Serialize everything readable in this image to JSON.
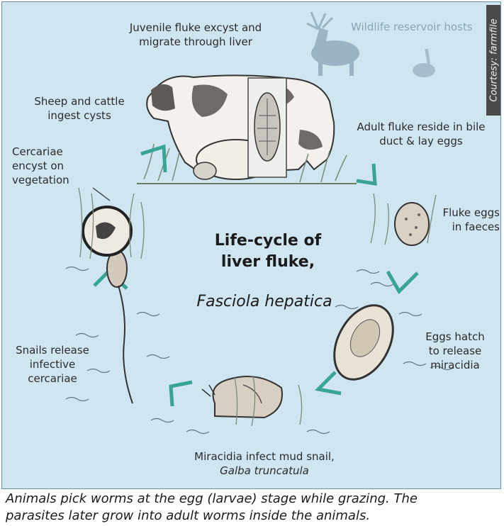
{
  "diagram": {
    "title_line1": "Life-cycle of",
    "title_line2": "liver fluke,",
    "subtitle": "Fasciola hepatica",
    "wildlife_label": "Wildlife reservoir hosts",
    "courtesy": "Courtesy: farmfile",
    "stages": {
      "juvenile": [
        "Juvenile fluke excyst and",
        "migrate through liver"
      ],
      "ingest": [
        "Sheep and cattle",
        "ingest cysts"
      ],
      "encyst": [
        "Cercariae",
        "encyst on",
        "vegetation"
      ],
      "adult": [
        "Adult fluke reside in bile",
        "duct & lay eggs"
      ],
      "eggs": [
        "Fluke eggs",
        "in faeces"
      ],
      "hatch": [
        "Eggs hatch",
        "to release",
        "miracidia"
      ],
      "snail": [
        "Miracidia infect mud snail,",
        "Galba truncatula"
      ],
      "release": [
        "Snails release",
        "infective",
        "cercariae"
      ]
    }
  },
  "caption": {
    "line1": "Animals pick worms at the egg (larvae) stage while grazing. The",
    "line2": "parasites later grow into adult worms inside the animals."
  }
}
